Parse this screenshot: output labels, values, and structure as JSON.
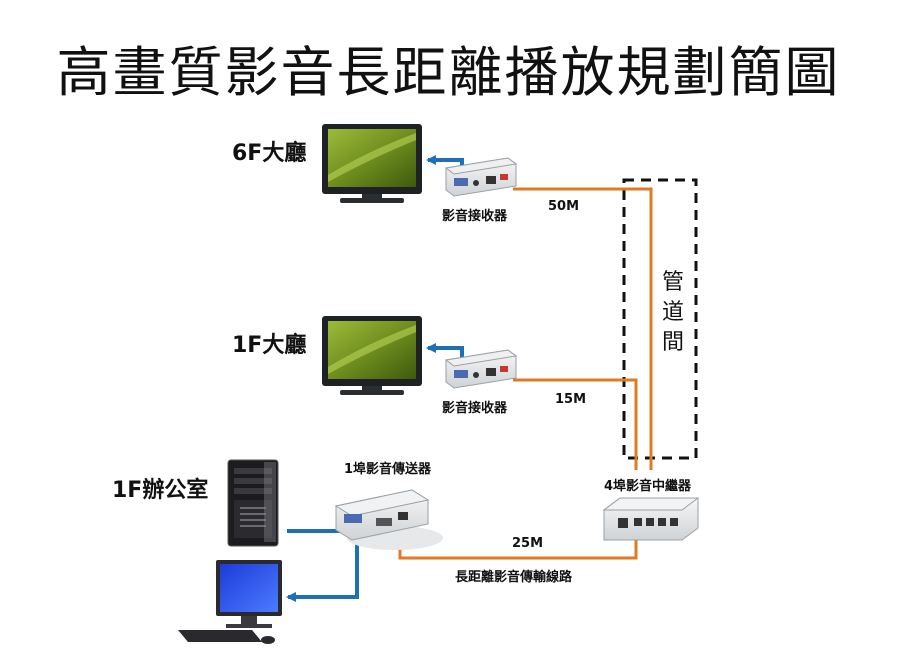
{
  "title": "高畫質影音長距離播放規劃簡圖",
  "locations": {
    "floor6_hall": "6F大廳",
    "floor1_hall": "1F大廳",
    "floor1_office": "1F辦公室"
  },
  "devices": {
    "receiver_6f": "影音接收器",
    "receiver_1f": "影音接收器",
    "transmitter": "1埠影音傳送器",
    "repeater": "4埠影音中繼器"
  },
  "distances": {
    "to_6f": "50M",
    "to_1f": "15M",
    "to_repeater": "25M"
  },
  "cable_label": "長距離影音傳輸線路",
  "shaft_label": [
    "管",
    "道",
    "間"
  ],
  "colors": {
    "cable": "#e07a26",
    "av_link": "#1f6fb8",
    "shaft_border": "#111111"
  }
}
